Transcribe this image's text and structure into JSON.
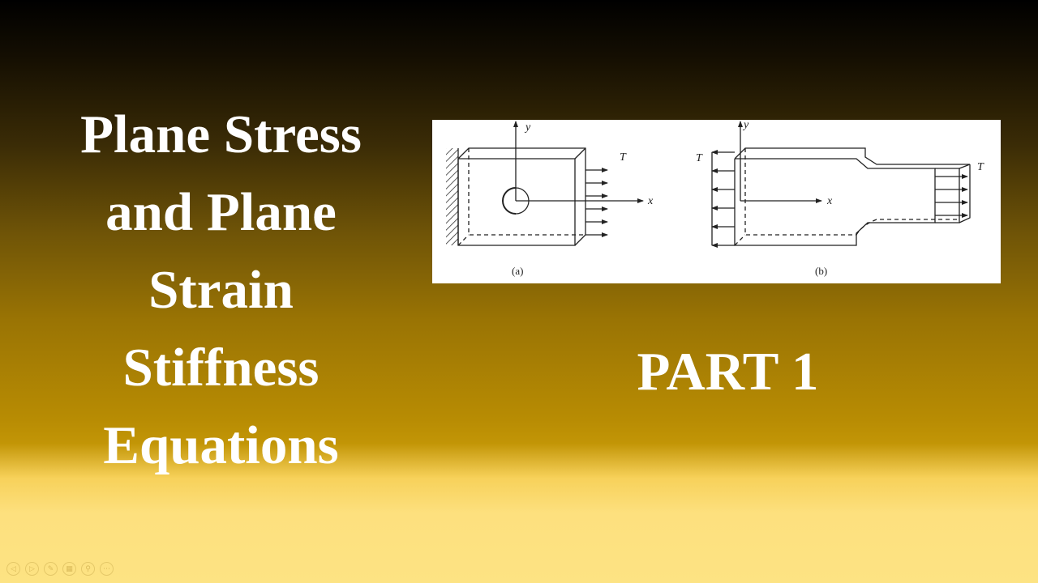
{
  "slide": {
    "title_lines": [
      "Plane Stress",
      "and Plane",
      "Strain",
      "Stiffness",
      "Equations"
    ],
    "part_label": "PART 1"
  },
  "figure": {
    "panel_a": {
      "caption": "(a)",
      "y_label": "y",
      "x_label": "x",
      "load_label": "T"
    },
    "panel_b": {
      "caption": "(b)",
      "y_label": "y",
      "x_label": "x",
      "load_label_left": "T",
      "load_label_right": "T"
    }
  },
  "nav": {
    "buttons": [
      {
        "name": "previous-slide-icon",
        "glyph": "◁"
      },
      {
        "name": "next-slide-icon",
        "glyph": "▷"
      },
      {
        "name": "pen-icon",
        "glyph": "✎"
      },
      {
        "name": "slides-grid-icon",
        "glyph": "▦"
      },
      {
        "name": "zoom-icon",
        "glyph": "⚲"
      },
      {
        "name": "more-options-icon",
        "glyph": "⋯"
      }
    ]
  }
}
